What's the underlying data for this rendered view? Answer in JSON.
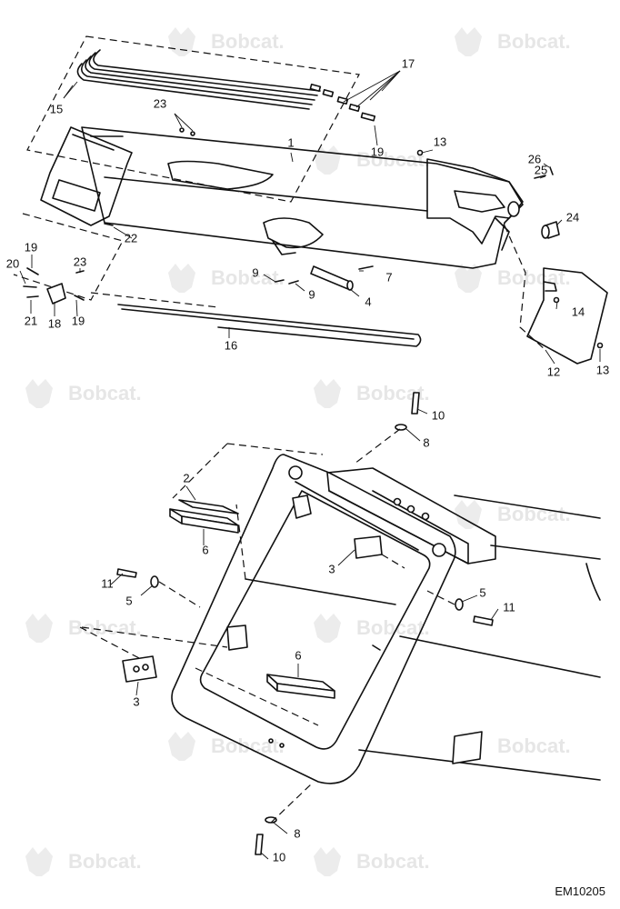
{
  "watermark": {
    "text": "Bobcat."
  },
  "drawing_code": "EM10205",
  "callouts": {
    "c1": "1",
    "c2": "2",
    "c3a": "3",
    "c3b": "3",
    "c4": "4",
    "c5a": "5",
    "c5b": "5",
    "c6a": "6",
    "c6b": "6",
    "c7": "7",
    "c8a": "8",
    "c8b": "8",
    "c9a": "9",
    "c9b": "9",
    "c10a": "10",
    "c10b": "10",
    "c11a": "11",
    "c11b": "11",
    "c12": "12",
    "c13a": "13",
    "c13b": "13",
    "c14": "14",
    "c15": "15",
    "c16": "16",
    "c17": "17",
    "c18": "18",
    "c19a": "19",
    "c19b": "19",
    "c19c": "19",
    "c20": "20",
    "c21": "21",
    "c22": "22",
    "c23a": "23",
    "c23b": "23",
    "c24": "24",
    "c25": "25",
    "c26": "26"
  }
}
